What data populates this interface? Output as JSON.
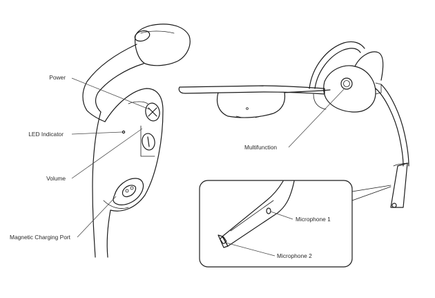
{
  "labels": {
    "power": "Power",
    "led_indicator": "LED Indicator",
    "volume": "Volume",
    "magnetic_charging_port": "Magnetic Charging Port",
    "multifunction": "Multifunction",
    "microphone_1": "Microphone 1",
    "microphone_2": "Microphone 2"
  },
  "colors": {
    "line": "#1a1a1a",
    "text": "#2a2a2a",
    "background": "#ffffff"
  }
}
